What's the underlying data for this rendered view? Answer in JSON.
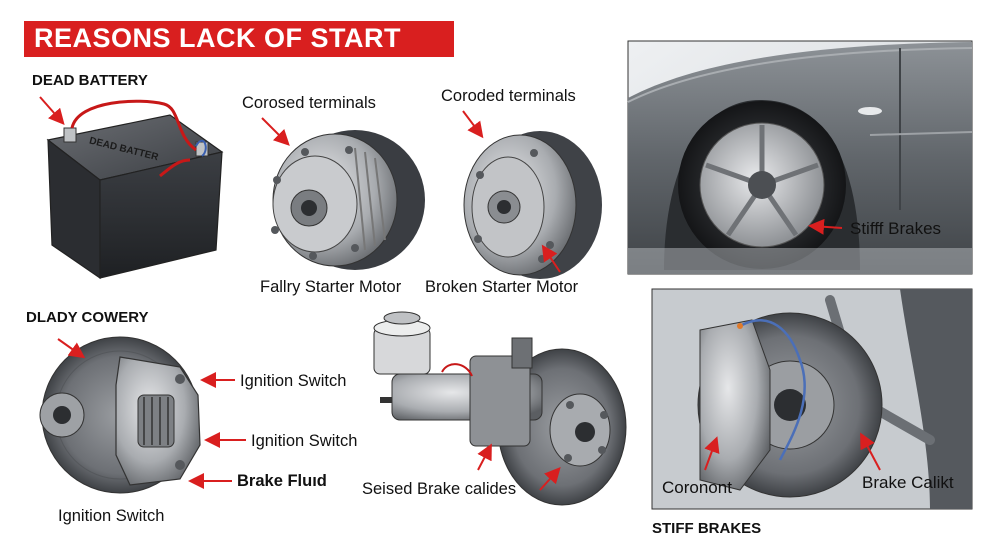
{
  "title": "REASONS LACK OF START",
  "labels": {
    "dead_battery": "DEAD BATTERY",
    "battery_text": "DEAD BATTER",
    "corosed_terminals": "Corosed terminals",
    "coroded_terminals": "Coroded terminals",
    "faulty_starter": "Fallry Starter Motor",
    "broken_starter": "Broken Starter Motor",
    "dlady_cowery": "DLADY COWERY",
    "ignition_switch_1": "Ignition Switch",
    "ignition_switch_2": "Ignition Switch",
    "brake_fluid": "Brake Fluıd",
    "ignition_switch_3": "Ignition Switch",
    "seised_brake": "Seised Brake calides",
    "stiff_brakes_photo": "Stifff Brakes",
    "coronont": "Coronont",
    "brake_calikt": "Brake Calikt",
    "stiff_brakes_caption": "STIFF BRAKES"
  },
  "colors": {
    "banner": "#d91f1f",
    "arrow": "#d91f1f",
    "metal_dark": "#3a3d42",
    "metal_light": "#b9bcc0",
    "car_body": "#5f6469"
  }
}
